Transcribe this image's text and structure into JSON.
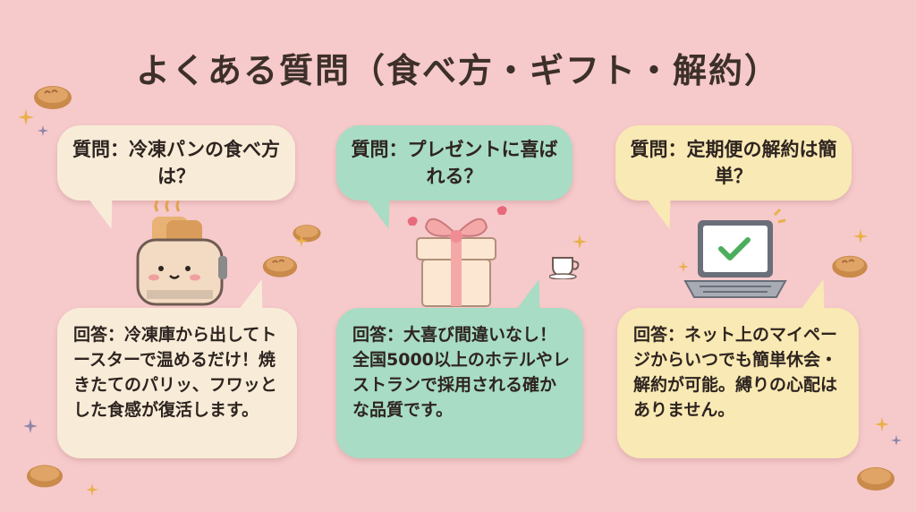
{
  "title": "よくある質問（食べ方・ギフト・解約）",
  "faq": [
    {
      "question": "質問：冷凍パンの食べ方は？",
      "answer": "回答：冷凍庫から出してトースターで温めるだけ！焼きたてのパリッ、フワッとした食感が復活します。",
      "icon": "toaster-icon"
    },
    {
      "question": "質問：プレゼントに喜ばれる？",
      "answer": "回答：大喜び間違いなし！全国5000以上のホテルやレストランで採用される確かな品質です。",
      "icon": "gift-box-icon"
    },
    {
      "question": "質問：定期便の解約は簡単？",
      "answer": "回答：ネット上のマイページからいつでも簡単休会・解約が可能。縛りの心配はありません。",
      "icon": "laptop-check-icon"
    }
  ],
  "colors": {
    "background": "#f6c9cb",
    "bubble1": "#f8ecd8",
    "bubble2": "#a8dcc4",
    "bubble3": "#f9e9b4"
  }
}
